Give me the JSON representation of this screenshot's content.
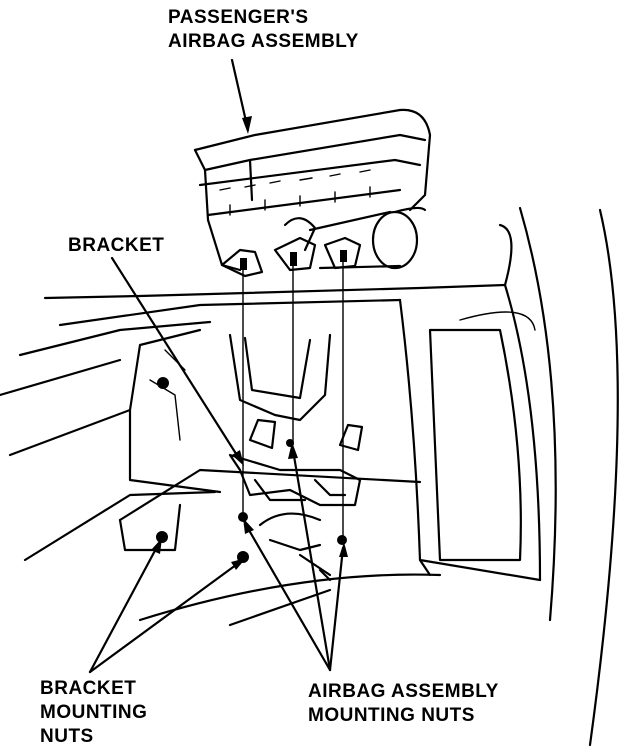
{
  "diagram": {
    "labels": {
      "passenger_airbag_line1": "PASSENGER'S",
      "passenger_airbag_line2": "AIRBAG ASSEMBLY",
      "bracket": "BRACKET",
      "bracket_nuts_line1": "BRACKET",
      "bracket_nuts_line2": "MOUNTING",
      "bracket_nuts_line3": "NUTS",
      "airbag_nuts_line1": "AIRBAG ASSEMBLY",
      "airbag_nuts_line2": "MOUNTING NUTS"
    },
    "colors": {
      "ink": "#000000",
      "paper": "#ffffff"
    }
  }
}
